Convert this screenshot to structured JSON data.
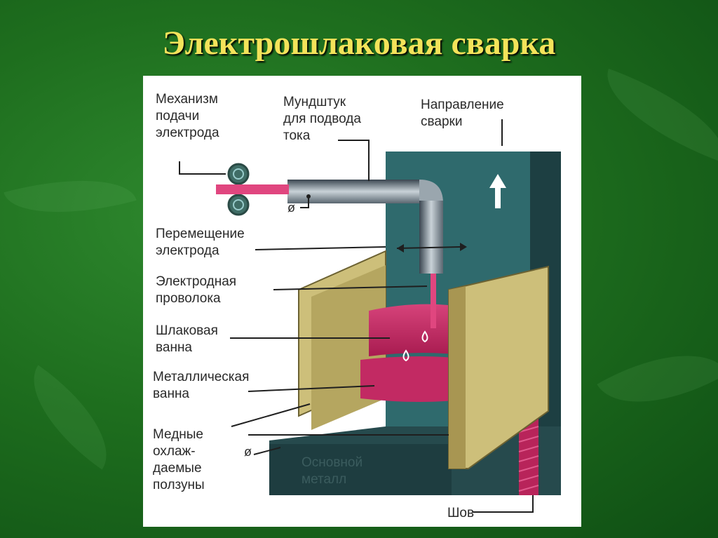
{
  "slide": {
    "title": "Электрошлаковая сварка"
  },
  "diagram": {
    "labels": {
      "feed_mechanism": "Механизм\nподачи\nэлектрода",
      "nozzle": "Мундштук\nдля подвода\nтока",
      "direction": "Направление\nсварки",
      "electrode_movement": "Перемещение\nэлектрода",
      "electrode_wire": "Электродная\nпроволока",
      "slag_bath": "Шлаковая\nванна",
      "metal_bath": "Металлическая\nванна",
      "copper_sliders": "Медные\nохлаж-\nдаемые\nползуны",
      "base_metal": "Основной\nметалл",
      "seam": "Шов"
    },
    "terminal_symbol": "ø"
  }
}
